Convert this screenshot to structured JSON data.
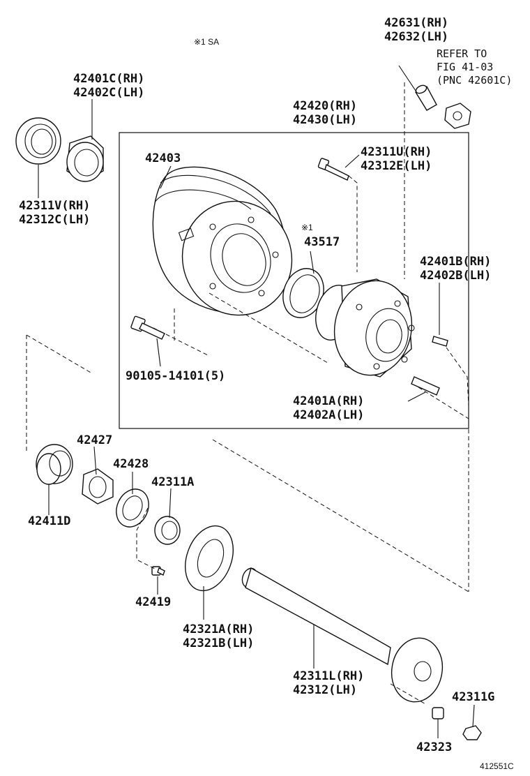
{
  "labels": {
    "note_sa": "※1 SA",
    "p42631": "42631(RH)",
    "p42632": "42632(LH)",
    "refer1": "REFER TO",
    "refer2": "FIG 41-03",
    "refer3": "(PNC 42601C)",
    "p42401c": "42401C(RH)",
    "p42402c": "42402C(LH)",
    "p42420": "42420(RH)",
    "p42430": "42430(LH)",
    "p42403": "42403",
    "p42311u": "42311U(RH)",
    "p42312e": "42312E(LH)",
    "p42311v": "42311V(RH)",
    "p42312c": "42312C(LH)",
    "note_1": "※1",
    "p43517": "43517",
    "p42401b": "42401B(RH)",
    "p42402b": "42402B(LH)",
    "p90105": "90105-14101(5)",
    "p42401a": "42401A(RH)",
    "p42402a": "42402A(LH)",
    "p42427": "42427",
    "p42428": "42428",
    "p42311a": "42311A",
    "p42411d": "42411D",
    "p42419": "42419",
    "p42321a": "42321A(RH)",
    "p42321b": "42321B(LH)",
    "p42311l": "42311L(RH)",
    "p42312": "42312(LH)",
    "p42311g": "42311G",
    "p42323": "42323",
    "fig_id": "412551C"
  }
}
